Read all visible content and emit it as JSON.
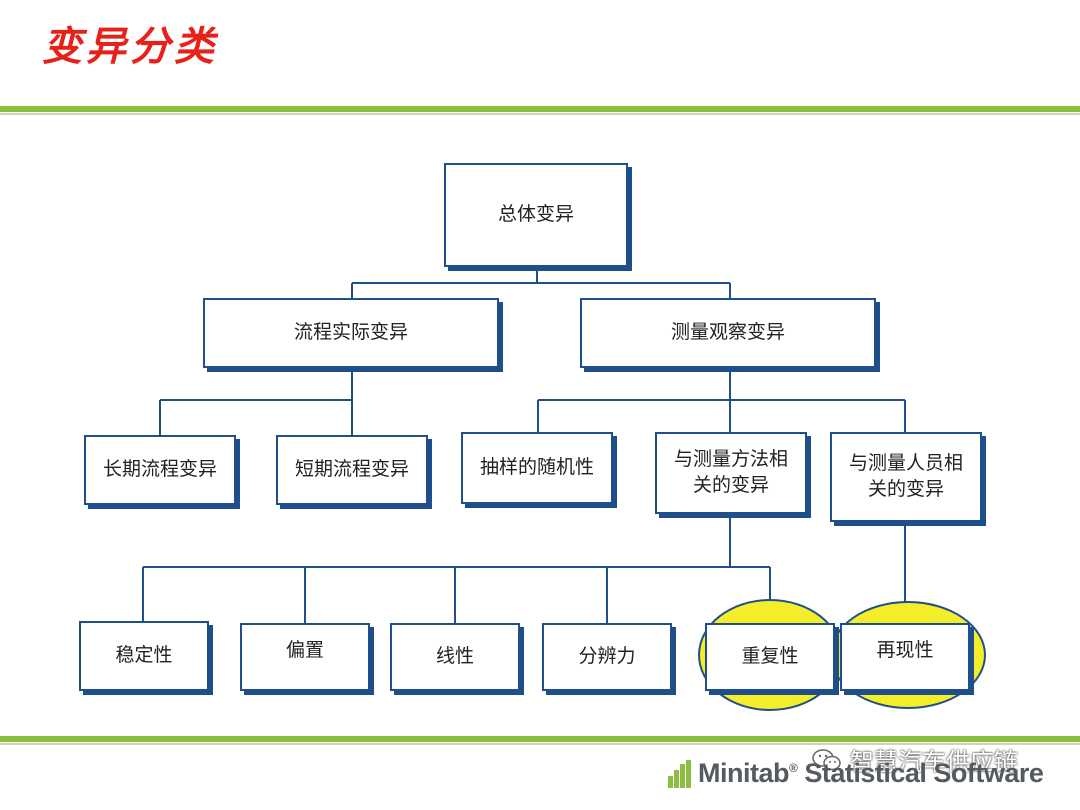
{
  "slide": {
    "title": "变异分类"
  },
  "diagram": {
    "root": "总体变异",
    "level1": [
      "流程实际变异",
      "测量观察变异"
    ],
    "level2_process": [
      "长期流程变异",
      "短期流程变异"
    ],
    "level2_measurement": [
      "抽样的随机性",
      "与测量方法相关的变异",
      "与测量人员相关的变异"
    ],
    "level3_method": [
      "稳定性",
      "偏置",
      "线性",
      "分辨力",
      "重复性"
    ],
    "level3_operator": [
      "再现性"
    ],
    "highlighted": [
      "重复性",
      "再现性"
    ],
    "highlight_color": "#f4ee2a",
    "box_border_color": "#1f4f8a",
    "connector_color": "#1f4f8a"
  },
  "footer": {
    "brand": "Minitab",
    "registered": "®",
    "product": "Statistical Software",
    "watermark": "智慧汽车供应链"
  },
  "colors": {
    "title": "#e8201a",
    "rule": "#8cbf3f"
  }
}
